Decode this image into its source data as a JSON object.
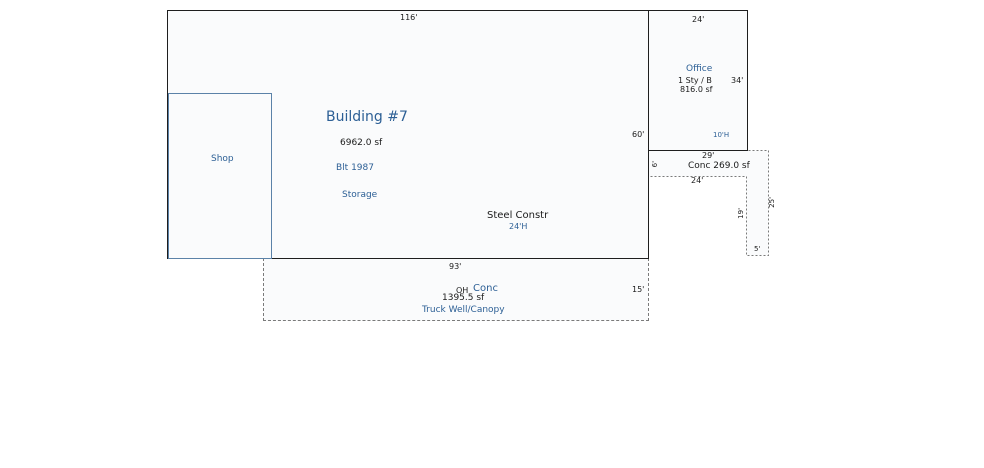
{
  "main_building": {
    "name": "Building #7",
    "area": "6962.0 sf",
    "built": "Blt 1987",
    "use": "Storage",
    "construction": "Steel Constr",
    "height": "24'H",
    "dim_top": "116'",
    "dim_right": "60'",
    "dim_bottom": "93'"
  },
  "shop": {
    "label": "Shop"
  },
  "office": {
    "label": "Office",
    "stories": "1 Sty / B",
    "area": "816.0 sf",
    "dim_top": "24'",
    "dim_right": "34'",
    "height": "10'H"
  },
  "side_concrete": {
    "label": "Conc 269.0 sf",
    "dim_top": "29'",
    "dim_left": "6'",
    "dim_inner": "24'",
    "dim_vertical": "19'",
    "dim_right": "25'",
    "dim_bottom": "5'"
  },
  "truck_well": {
    "overhead": "OH",
    "label": "Conc",
    "area": "1395.5 sf",
    "use": "Truck Well/Canopy",
    "dim_right": "15'"
  }
}
